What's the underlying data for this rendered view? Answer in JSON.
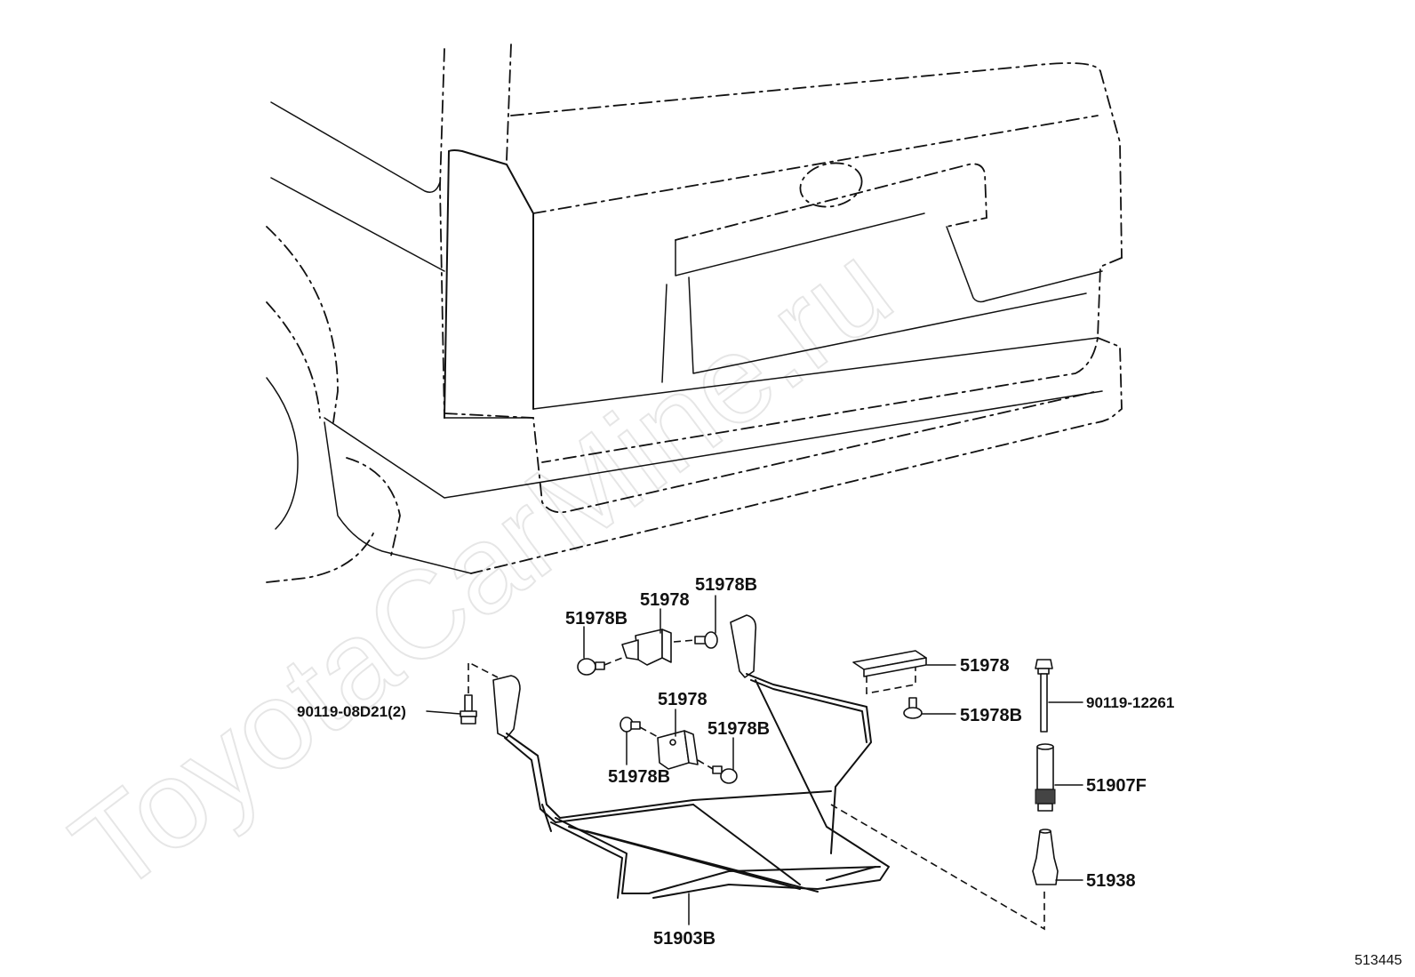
{
  "watermark": "ToyotaCarMine.ru",
  "diagram_id": "513445",
  "labels": {
    "p51978b_top": "51978B",
    "p51978_top": "51978",
    "p51978b_left": "51978B",
    "p51978_right": "51978",
    "p51978b_right": "51978B",
    "p90119_08d21": "90119-08D21(2)",
    "p51978_mid": "51978",
    "p51978b_mid": "51978B",
    "p51978b_low": "51978B",
    "p90119_12261": "90119-12261",
    "p51907f": "51907F",
    "p51938": "51938",
    "p51903b": "51903B"
  }
}
